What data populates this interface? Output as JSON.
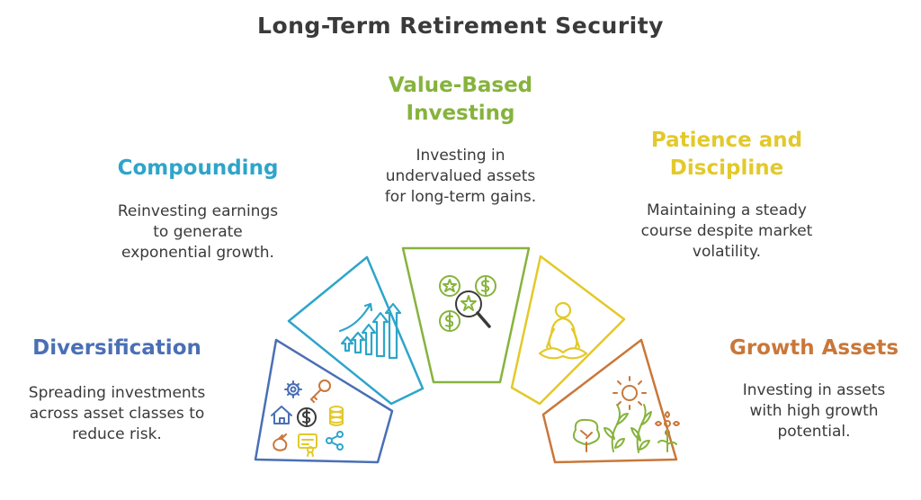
{
  "title": "Long-Term Retirement Security",
  "segments": [
    {
      "label": "Diversification",
      "description_lines": [
        "Spreading investments",
        "across asset classes to",
        "reduce risk."
      ],
      "color": "#4a6fb5",
      "icon": "assets-grid-icon"
    },
    {
      "label": "Compounding",
      "description_lines": [
        "Reinvesting earnings",
        "to generate",
        "exponential growth."
      ],
      "color": "#2ea5c9",
      "icon": "rising-arrows-icon"
    },
    {
      "label_lines": [
        "Value-Based",
        "Investing"
      ],
      "description_lines": [
        "Investing in",
        "undervalued assets",
        "for long-term gains."
      ],
      "color": "#86b33c",
      "icon": "magnifier-coins-icon"
    },
    {
      "label_lines": [
        "Patience and",
        "Discipline"
      ],
      "description_lines": [
        "Maintaining a steady",
        "course despite market",
        "volatility."
      ],
      "color": "#e3c92a",
      "icon": "meditation-icon"
    },
    {
      "label": "Growth Assets",
      "description_lines": [
        "Investing in assets",
        "with high growth",
        "potential."
      ],
      "color": "#c9773a",
      "icon": "sun-plants-icon"
    }
  ]
}
